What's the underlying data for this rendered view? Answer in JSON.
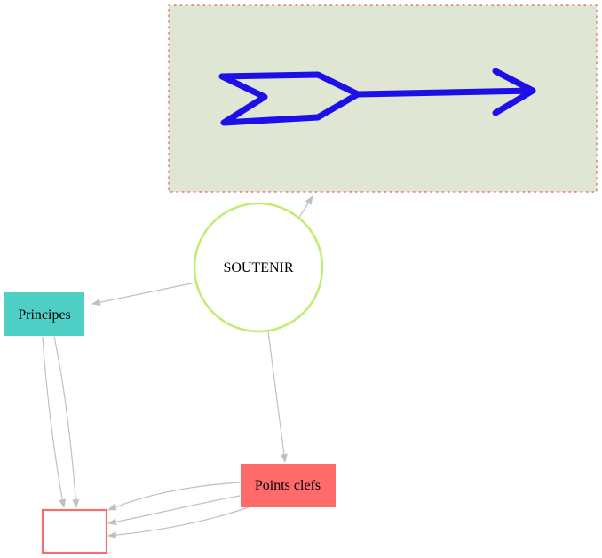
{
  "colors": {
    "background": "#ffffff",
    "edge": "#c0c0c0",
    "center_stroke": "#c0ec70",
    "image_box_fill": "#dfe6d3",
    "image_box_border": "#e05a5a",
    "arrow_icon": "#1c0fe8",
    "principes_fill": "#4fcfc6",
    "points_fill": "#ff6b6b",
    "empty_box_stroke": "#f07070"
  },
  "nodes": {
    "center": {
      "label": "SOUTENIR"
    },
    "principes": {
      "label": "Principes"
    },
    "points_clefs": {
      "label": "Points clefs"
    },
    "image_node": {
      "icon": "arrow-icon"
    },
    "empty_node": {
      "label": ""
    }
  },
  "edges": [
    {
      "from": "center",
      "to": "image_node"
    },
    {
      "from": "center",
      "to": "principes"
    },
    {
      "from": "center",
      "to": "points_clefs"
    },
    {
      "from": "principes",
      "to": "empty_node"
    },
    {
      "from": "principes",
      "to": "empty_node"
    },
    {
      "from": "points_clefs",
      "to": "empty_node"
    },
    {
      "from": "points_clefs",
      "to": "empty_node"
    },
    {
      "from": "points_clefs",
      "to": "empty_node"
    }
  ]
}
